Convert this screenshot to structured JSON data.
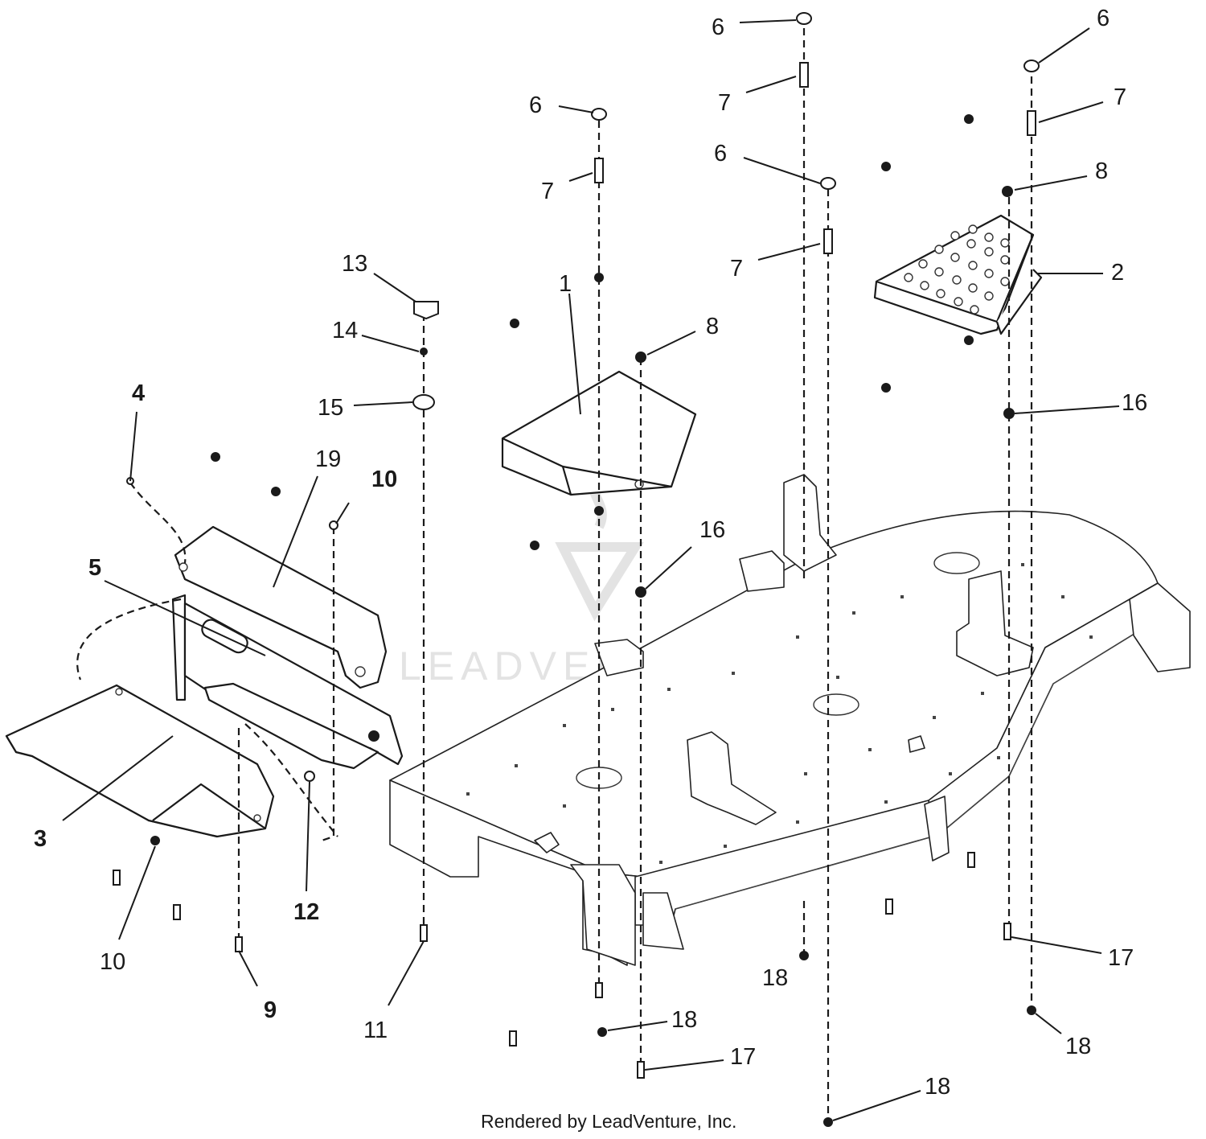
{
  "watermark": "LEADVENTURE",
  "footer": "Rendered by LeadVenture, Inc.",
  "callouts": {
    "c1": "1",
    "c2": "2",
    "c3": "3",
    "c4": "4",
    "c5": "5",
    "c6a": "6",
    "c6b": "6",
    "c6c": "6",
    "c6d": "6",
    "c7a": "7",
    "c7b": "7",
    "c7c": "7",
    "c7d": "7",
    "c8a": "8",
    "c8b": "8",
    "c9": "9",
    "c10a": "10",
    "c10b": "10",
    "c11": "11",
    "c12": "12",
    "c13": "13",
    "c14": "14",
    "c15": "15",
    "c16a": "16",
    "c16b": "16",
    "c17a": "17",
    "c17b": "17",
    "c18a": "18",
    "c18b": "18",
    "c18c": "18",
    "c18d": "18",
    "c19": "19"
  }
}
